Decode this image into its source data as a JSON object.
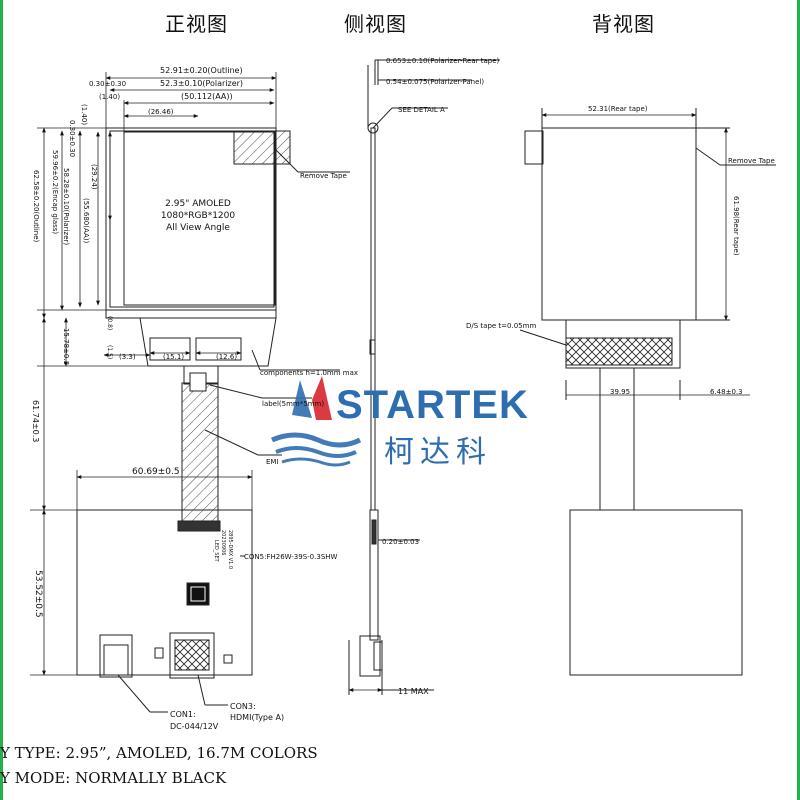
{
  "views": {
    "front": "正视图",
    "side": "侧视图",
    "back": "背视图"
  },
  "front": {
    "dim_outline_w": "52.91±0.20(Outline)",
    "dim_polarizer_w": "52.3±0.10(Polarizer)",
    "dim_aa_w": "(50.112(AA))",
    "dim_left_offset": "0.30±0.30",
    "dim_140": "(1.40)",
    "dim_2646": "(26.46)",
    "dim_v_030": "0.30±0.30",
    "dim_v_140": "(1.40)",
    "dim_v_2924": "(29.24)",
    "dim_v_aa": "(55.680(AA))",
    "dim_v_polarizer": "58.28±0.10(Polarizer)",
    "dim_v_cover": "59.96±0.2(Encap glass)",
    "dim_v_outline": "62.58±0.20(Outline)",
    "panel_line1": "2.95\" AMOLED",
    "panel_line2": "1080*RGB*1200",
    "panel_line3": "All View Angle",
    "remove_tape": "Remove Tape",
    "dim_15780": "15.78±0.3",
    "dim_08": "(0.8)",
    "dim_33": "(3.3)",
    "dim_151": "(15.1)",
    "dim_126": "(12.6)",
    "dim_15": "(1.5)",
    "components": "components h=1.0mm max",
    "label": "label(5mm*5mm)",
    "emi": "EMI",
    "dim_61743": "61.74±0.3",
    "dim_6069": "60.69±0.5",
    "dim_5352": "53.52±0.5",
    "con5": "CON5:FH26W-39S-0.3SHW",
    "con1_a": "CON1:",
    "con1_b": "DC-044/12V",
    "con3_a": "CON3:",
    "con3_b": "HDMI(Type A)",
    "pcb_text1": "2895-DMX V1.0",
    "pcb_text2": "20230906",
    "pcb_text3": "LED_SET"
  },
  "side": {
    "dim_0653": "0.653±0.10(Polarizer-Rear tape)",
    "dim_054": "0.54±0.075(Polarizer-Panel)",
    "detail": "SEE DETAIL A",
    "dim_020": "0.20±0.03",
    "dim_11max": "11 MAX"
  },
  "back": {
    "dim_rear_w": "52.31(Rear tape)",
    "remove_tape": "Remove Tape",
    "dim_rear_h": "61.98(Rear tape)",
    "ds_tape": "D/S tape t=0.05mm",
    "dim_3995": "39.95",
    "dim_648": "6.48±0.3"
  },
  "logo": {
    "name": "STARTEK",
    "cn": "柯达科",
    "colors": {
      "blue": "#2e6db0",
      "red": "#d8252c"
    }
  },
  "specs": [
    "Y TYPE: 2.95”, AMOLED, 16.7M COLORS",
    "Y MODE: NORMALLY BLACK"
  ]
}
